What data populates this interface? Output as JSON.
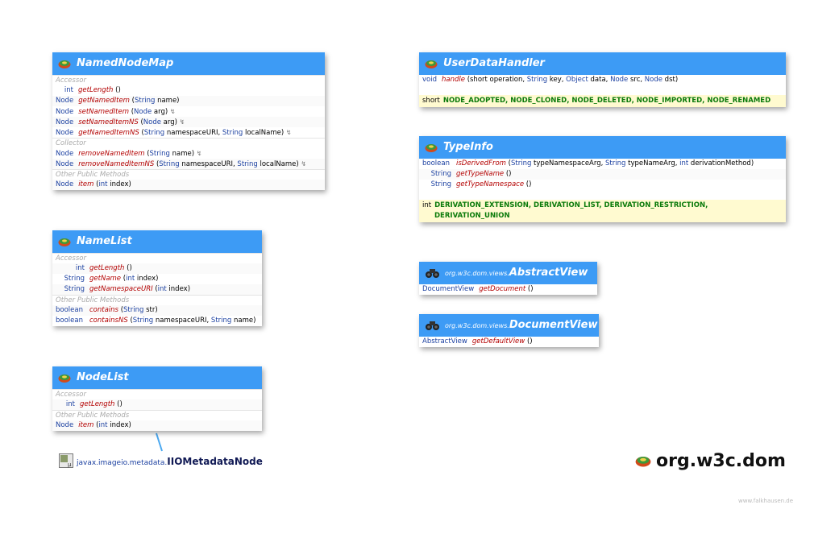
{
  "package_title": "org.w3c.dom",
  "watermark": "www.falkhausen.de",
  "colors": {
    "header": "#3d9bf5",
    "type": "#1a3fa0",
    "method": "#b30000",
    "constant": "#0a7a0a",
    "constant_bg": "#fffad0"
  },
  "icons": {
    "package": "package-icon",
    "binoculars": "binoculars-icon",
    "class": "class-icon"
  },
  "named_node_map": {
    "title": "NamedNodeMap",
    "sec_accessor": "Accessor",
    "r1": {
      "type": "int",
      "name": "getLength",
      "params": "()"
    },
    "sec_get": "",
    "r2": {
      "type": "Node",
      "name": "getNamedItem",
      "p1": "(",
      "k1": "String",
      "p2": " name)"
    },
    "r3": {
      "type": "Node",
      "name": "setNamedItem",
      "p1": "(",
      "k1": "Node",
      "p2": " arg)",
      "icon": "↯"
    },
    "r4": {
      "type": "Node",
      "name": "setNamedItemNS",
      "p1": "(",
      "k1": "Node",
      "p2": " arg)",
      "icon": "↯"
    },
    "r5": {
      "type": "Node",
      "name": "getNamedItemNS",
      "p1": "(",
      "k1": "String",
      "p2": " namespaceURI, ",
      "k2": "String",
      "p3": " localName)",
      "icon": "↯"
    },
    "sec_collector": "Collector",
    "r6": {
      "type": "Node",
      "name": "removeNamedItem",
      "p1": "(",
      "k1": "String",
      "p2": " name)",
      "icon": "↯"
    },
    "r7": {
      "type": "Node",
      "name": "removeNamedItemNS",
      "p1": "(",
      "k1": "String",
      "p2": " namespaceURI, ",
      "k2": "String",
      "p3": " localName)",
      "icon": "↯"
    },
    "sec_other": "Other Public Methods",
    "r8": {
      "type": "Node",
      "name": "item",
      "p1": "(",
      "k1": "int",
      "p2": " index)"
    }
  },
  "name_list": {
    "title": "NameList",
    "sec_accessor": "Accessor",
    "r1": {
      "type": "int",
      "name": "getLength",
      "params": "()"
    },
    "r2": {
      "type": "String",
      "name": "getName",
      "p1": "(",
      "k1": "int",
      "p2": " index)"
    },
    "r3": {
      "type": "String",
      "name": "getNamespaceURI",
      "p1": "(",
      "k1": "int",
      "p2": " index)"
    },
    "sec_other": "Other Public Methods",
    "r4": {
      "type": "boolean",
      "name": "contains",
      "p1": "(",
      "k1": "String",
      "p2": " str)"
    },
    "r5": {
      "type": "boolean",
      "name": "containsNS",
      "p1": "(",
      "k1": "String",
      "p2": " namespaceURI, ",
      "k2": "String",
      "p3": " name)"
    }
  },
  "node_list": {
    "title": "NodeList",
    "sec_accessor": "Accessor",
    "r1": {
      "type": "int",
      "name": "getLength",
      "params": "()"
    },
    "sec_other": "Other Public Methods",
    "r2": {
      "type": "Node",
      "name": "item",
      "p1": "(",
      "k1": "int",
      "p2": " index)"
    }
  },
  "iio_node": {
    "package": "javax.imageio.metadata.",
    "name": "IIOMetadataNode"
  },
  "user_data_handler": {
    "title": "UserDataHandler",
    "r1": {
      "type": "void",
      "name": "handle",
      "p1": "(short operation, ",
      "k1": "String",
      "p2": " key, ",
      "k2": "Object",
      "p3": " data, ",
      "k3": "Node",
      "p4": " src, ",
      "k4": "Node",
      "p5": " dst)"
    },
    "const_type": "short",
    "constants": "NODE_ADOPTED, NODE_CLONED, NODE_DELETED, NODE_IMPORTED, NODE_RENAMED"
  },
  "type_info": {
    "title": "TypeInfo",
    "r1": {
      "type": "boolean",
      "name": "isDerivedFrom",
      "p1": "(",
      "k1": "String",
      "p2": " typeNamespaceArg, ",
      "k2": "String",
      "p3": " typeNameArg, ",
      "k3": "int",
      "p4": " derivationMethod)"
    },
    "r2": {
      "type": "String",
      "name": "getTypeName",
      "params": "()"
    },
    "r3": {
      "type": "String",
      "name": "getTypeNamespace",
      "params": "()"
    },
    "const_type": "int",
    "constants_line1": "DERIVATION_EXTENSION, DERIVATION_LIST, DERIVATION_RESTRICTION,",
    "constants_line2": "DERIVATION_UNION"
  },
  "abstract_view": {
    "package": "org.w3c.dom.views.",
    "title": "AbstractView",
    "r1": {
      "type": "DocumentView",
      "name": "getDocument",
      "params": "()"
    }
  },
  "document_view": {
    "package": "org.w3c.dom.views.",
    "title": "DocumentView",
    "r1": {
      "type": "AbstractView",
      "name": "getDefaultView",
      "params": "()"
    }
  }
}
